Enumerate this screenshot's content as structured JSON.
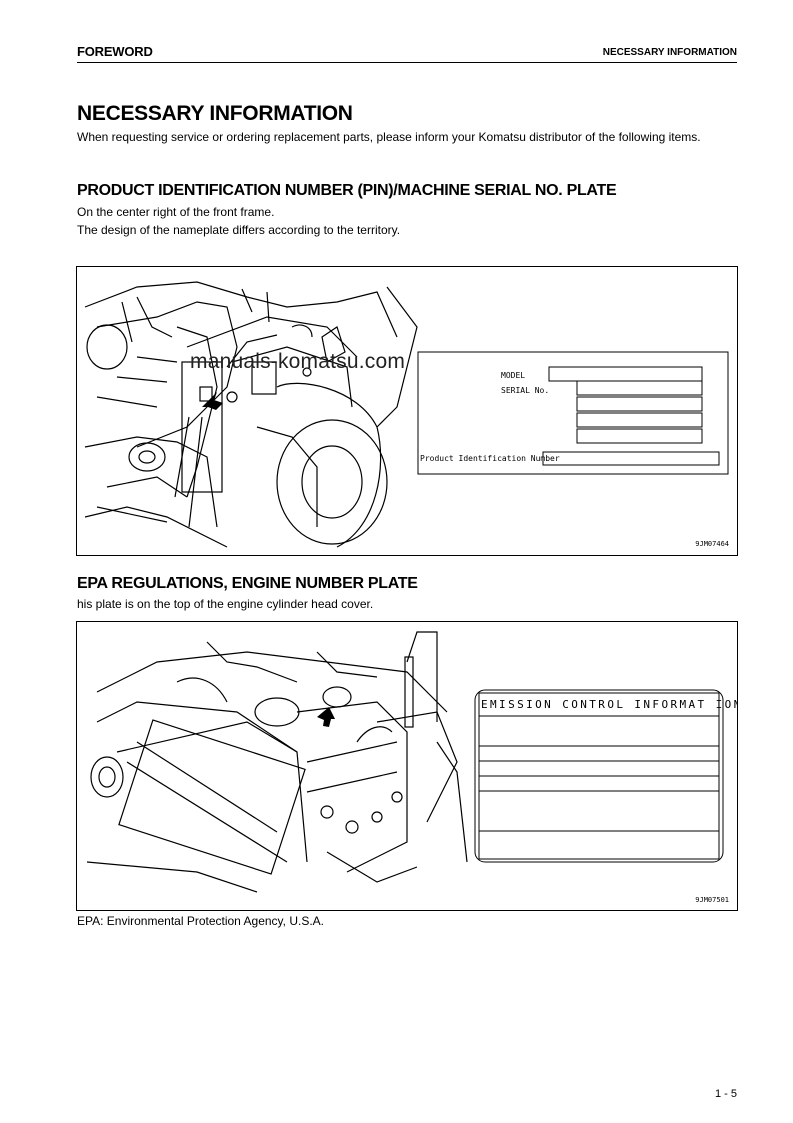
{
  "header": {
    "left": "FOREWORD",
    "right": "NECESSARY INFORMATION"
  },
  "title": "NECESSARY INFORMATION",
  "intro": "When requesting service or ordering replacement parts, please inform your Komatsu distributor of the following items.",
  "section1": {
    "heading": "PRODUCT IDENTIFICATION NUMBER (PIN)/MACHINE SERIAL NO. PLATE",
    "line1": "On the center right of the front frame.",
    "line2": "The design of the nameplate differs according to the territory.",
    "figure": {
      "watermark": "manuals-komatsu.com",
      "plate": {
        "model_label": "MODEL",
        "serial_label": "SERIAL No.",
        "pin_label": "Product Identification Number"
      },
      "code": "9JM07464"
    }
  },
  "section2": {
    "heading": "EPA REGULATIONS, ENGINE NUMBER PLATE",
    "line1": "his plate is on the top of the engine cylinder head cover.",
    "figure": {
      "plate_title": "EMISSION CONTROL INFORMAT ION",
      "code": "9JM07501"
    }
  },
  "note": "EPA: Environmental Protection Agency, U.S.A.",
  "page_number": "1 - 5"
}
